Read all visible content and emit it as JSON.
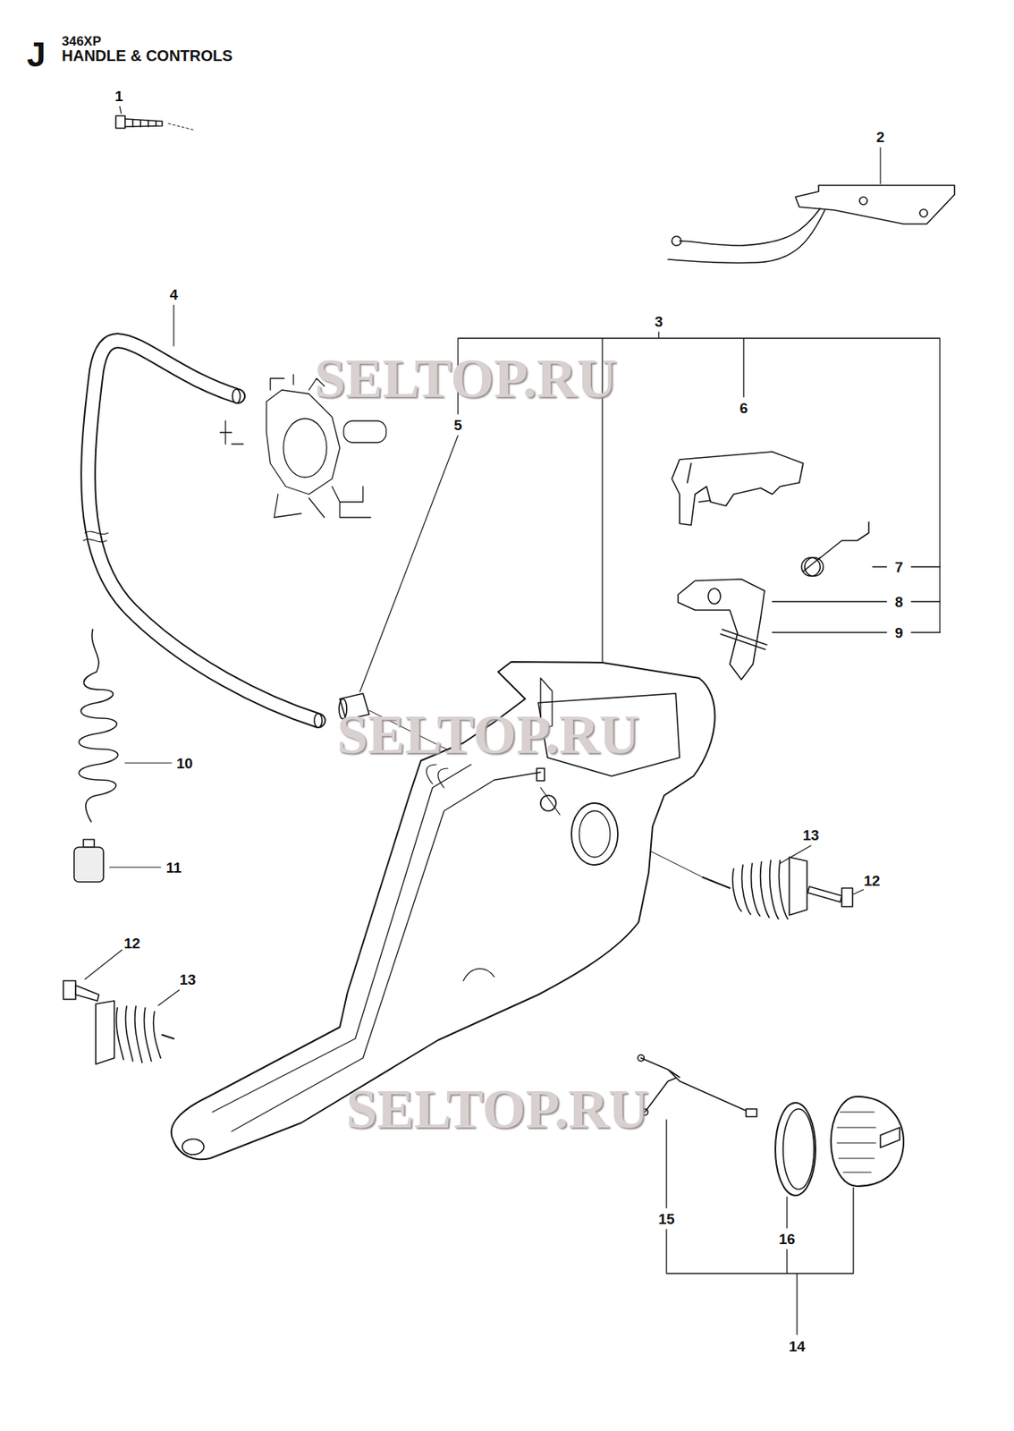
{
  "diagram": {
    "title": "HANDLE & CONTROLS",
    "labels": [
      "J",
      "346XP",
      "1",
      "2",
      "4",
      "3",
      "5",
      "6",
      "7",
      "8",
      "9",
      "10",
      "11",
      "13",
      "12",
      "12",
      "13",
      "15",
      "16",
      "14",
      "SELTOP.RU",
      "SELTOP.RU",
      "SELTOP.RU"
    ]
  }
}
